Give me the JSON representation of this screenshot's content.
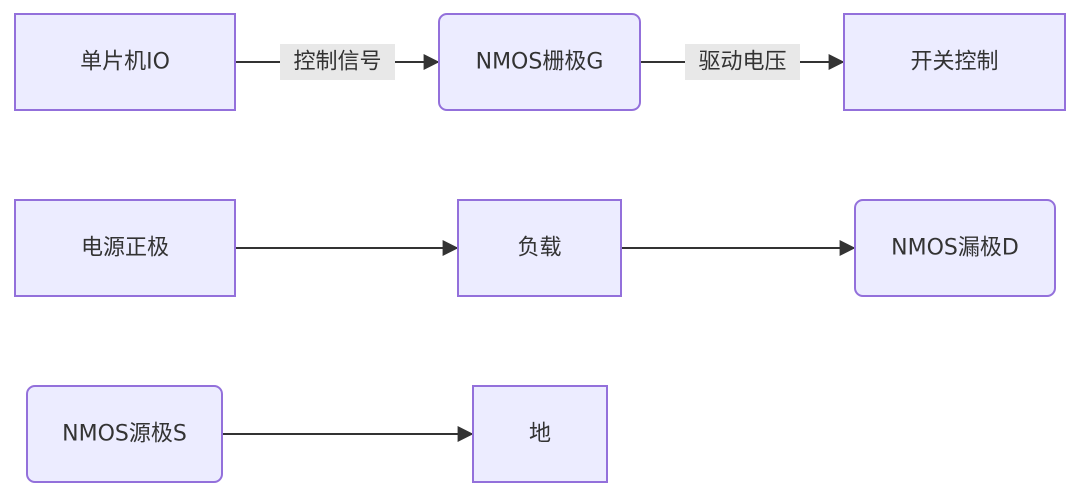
{
  "nodes": {
    "mcu_io": "单片机IO",
    "nmos_gate": "NMOS栅极G",
    "switch_control": "开关控制",
    "power_positive": "电源正极",
    "load": "负载",
    "nmos_drain": "NMOS漏极D",
    "nmos_source": "NMOS源极S",
    "ground": "地"
  },
  "edges": {
    "control_signal": "控制信号",
    "drive_voltage": "驱动电压"
  },
  "colors": {
    "node_fill": "#ececff",
    "node_border": "#9370db",
    "edge": "#333333",
    "edge_label_bg": "#e8e8e8",
    "text": "#333333"
  }
}
